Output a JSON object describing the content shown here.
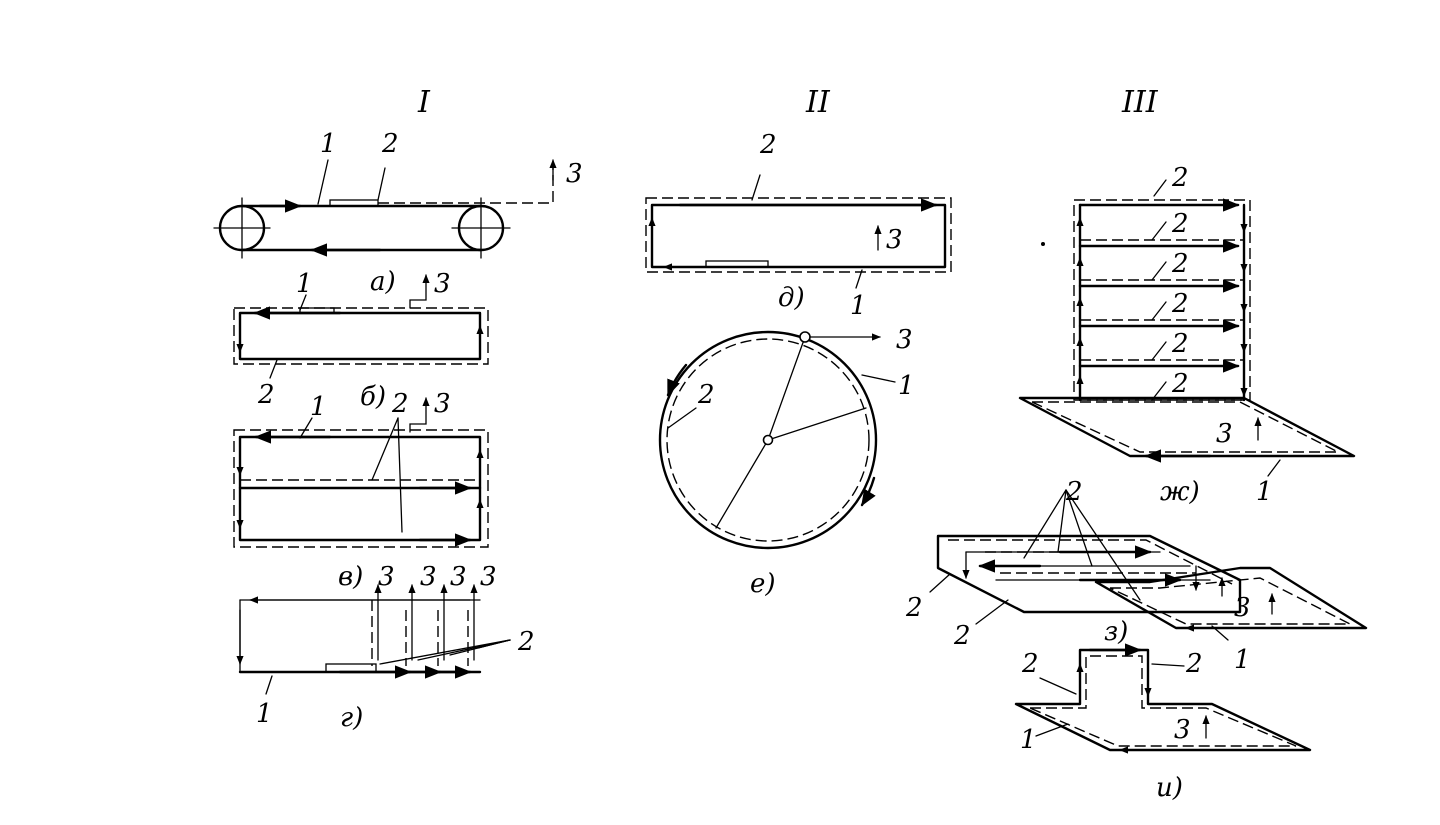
{
  "sections": {
    "s1": "I",
    "s2": "II",
    "s3": "III"
  },
  "subfigs": {
    "a": "а)",
    "b": "б)",
    "v": "в)",
    "g": "г)",
    "d": "д)",
    "e": "е)",
    "zh": "ж)",
    "z": "з)",
    "i": "и)"
  },
  "labels": {
    "one": "1",
    "two": "2",
    "three": "3"
  },
  "colors": {
    "ink": "#000000",
    "paper": "#ffffff"
  }
}
